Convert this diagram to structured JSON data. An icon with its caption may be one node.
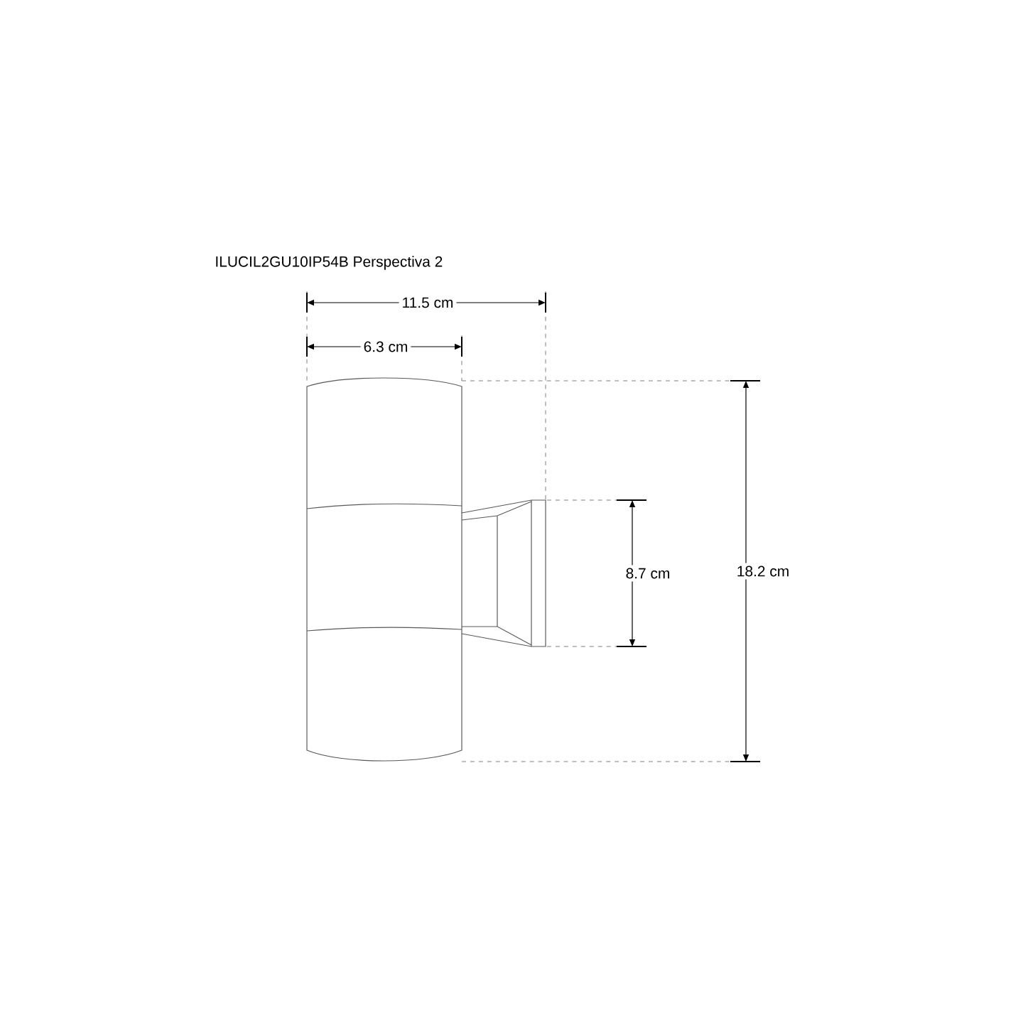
{
  "diagram": {
    "title": "ILUCIL2GU10IP54B Perspectiva 2",
    "labels": [
      "11.5 cm",
      "6.3 cm",
      "8.7 cm",
      "18.2 cm"
    ]
  }
}
